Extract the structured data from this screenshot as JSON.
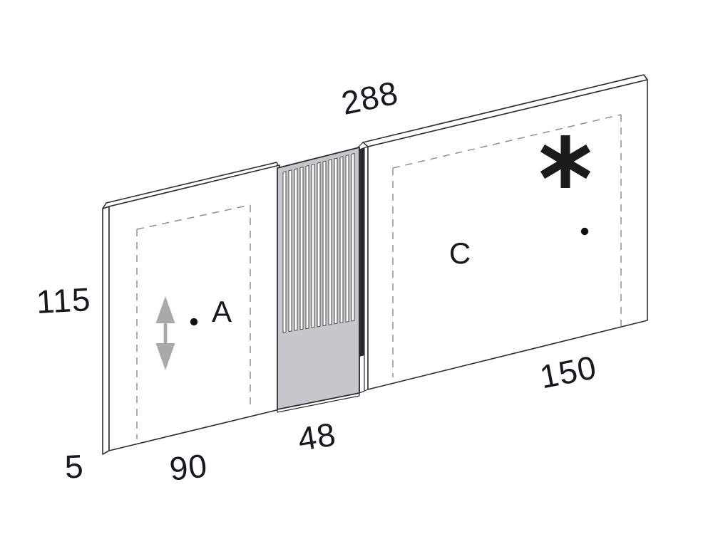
{
  "diagram": {
    "title": "sliding-panel-dimension-diagram",
    "dimensions": {
      "total_width": "288",
      "panel_height": "115",
      "panel_thickness": "5",
      "left_panel_width": "90",
      "center_panel_width": "48",
      "right_panel_width": "150"
    },
    "labels": {
      "left_panel": "A",
      "right_panel": "C"
    },
    "symbols": {
      "asterisk": "*",
      "dot": "•",
      "vertical_double_arrow": "↕"
    },
    "colors": {
      "outline": "#2d2d33",
      "panel_fill": "#ffffff",
      "center_panel_fill": "#c6c7ca",
      "gap_shadow": "#2b2b2e",
      "arrow": "#a9a9a9",
      "dashed_line": "#8f8f8f",
      "text": "#17171f"
    }
  }
}
